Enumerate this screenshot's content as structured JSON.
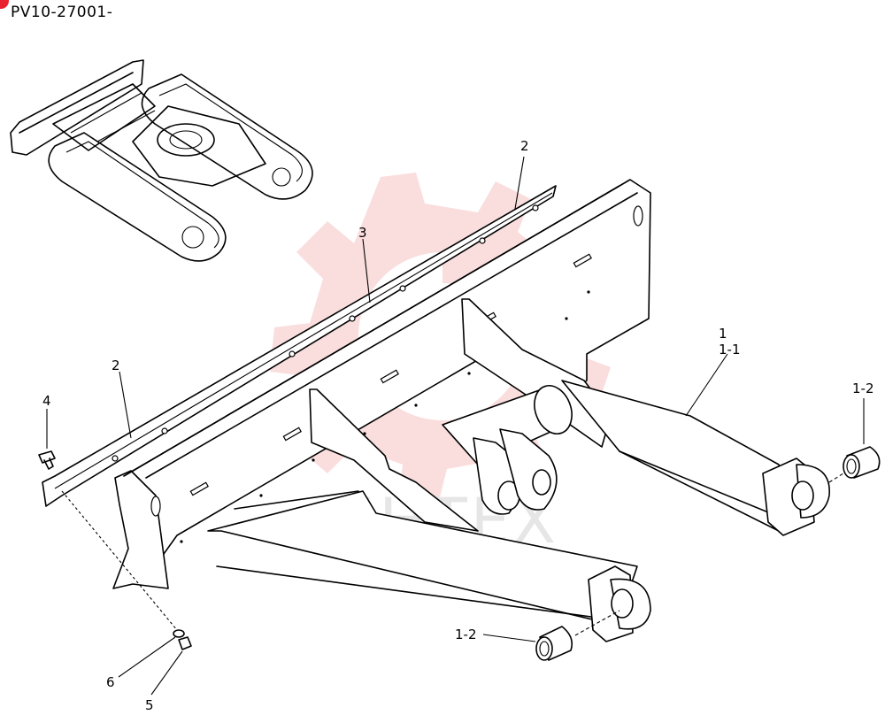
{
  "header": {
    "code": "PV10-27001-"
  },
  "colors": {
    "accent": "#e8212e",
    "watermark": "#f4b8b8",
    "watermark_text": "#e6e6e6",
    "line": "#000000"
  },
  "watermark": {
    "text": "ИНТЕХ",
    "icon": "gear-logo-icon"
  },
  "callouts": {
    "c1": "1",
    "c1_1": "1-1",
    "c1_2_right": "1-2",
    "c1_2_bottom": "1-2",
    "c2_top": "2",
    "c2_left": "2",
    "c3": "3",
    "c4": "4",
    "c5": "5",
    "c6": "6"
  }
}
